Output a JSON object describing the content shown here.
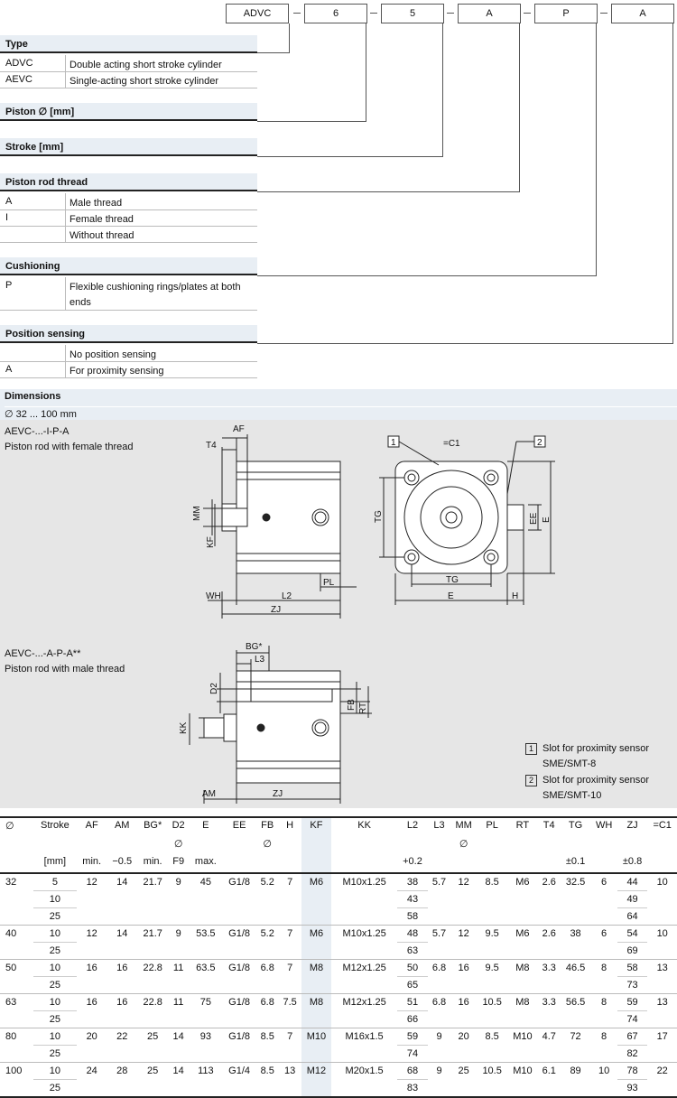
{
  "order_code": [
    "ADVC",
    "6",
    "5",
    "A",
    "P",
    "A"
  ],
  "sections": {
    "type": {
      "title": "Type",
      "rows": [
        {
          "code": "ADVC",
          "desc": "Double acting short stroke cylinder"
        },
        {
          "code": "AEVC",
          "desc": "Single-acting short stroke cylinder"
        }
      ]
    },
    "piston": {
      "title": "Piston ∅ [mm]"
    },
    "stroke": {
      "title": "Stroke [mm]"
    },
    "thread": {
      "title": "Piston rod thread",
      "rows": [
        {
          "code": "A",
          "desc": "Male thread"
        },
        {
          "code": "I",
          "desc": "Female thread"
        },
        {
          "code": "",
          "desc": "Without thread"
        }
      ]
    },
    "cushioning": {
      "title": "Cushioning",
      "rows": [
        {
          "code": "P",
          "desc": "Flexible cushioning rings/plates at both ends"
        }
      ]
    },
    "sensing": {
      "title": "Position sensing",
      "rows": [
        {
          "code": "",
          "desc": "No position sensing"
        },
        {
          "code": "A",
          "desc": "For proximity sensing"
        }
      ]
    }
  },
  "dimensions": {
    "title": "Dimensions",
    "subtitle": "∅ 32 ... 100 mm",
    "view1": {
      "line1": "AEVC-...-I-P-A",
      "line2": "Piston rod with female thread"
    },
    "view2": {
      "line1": "AEVC-...-A-P-A**",
      "line2": "Piston rod with male thread"
    },
    "legend": [
      {
        "num": "1",
        "line1": "Slot for proximity sensor",
        "line2": "SME/SMT-8"
      },
      {
        "num": "2",
        "line1": "Slot for proximity sensor",
        "line2": "SME/SMT-10"
      }
    ],
    "drawing_labels": {
      "af": "AF",
      "t4": "T4",
      "mm": "MM",
      "kf": "KF",
      "pl": "PL",
      "wh": "WH",
      "l2": "L2",
      "zj": "ZJ",
      "tg": "TG",
      "e": "E",
      "ee": "EE",
      "h": "H",
      "c1": "=C1",
      "bg": "BG*",
      "l3": "L3",
      "d2": "D2",
      "kk": "KK",
      "fb": "FB",
      "rt": "RT",
      "am": "AM",
      "n1": "1",
      "n2": "2"
    }
  },
  "table": {
    "headers": [
      "∅",
      "Stroke",
      "AF",
      "AM",
      "BG*",
      "D2",
      "E",
      "EE",
      "FB",
      "H",
      "KF",
      "KK",
      "L2",
      "L3",
      "MM",
      "PL",
      "RT",
      "T4",
      "TG",
      "WH",
      "ZJ",
      "=C1"
    ],
    "sub1": [
      "",
      "",
      "",
      "",
      "",
      "∅",
      "",
      "",
      "∅",
      "",
      "",
      "",
      "",
      "",
      "∅",
      "",
      "",
      "",
      "",
      "",
      "",
      ""
    ],
    "sub2": [
      "",
      "[mm]",
      "min.",
      "−0.5",
      "min.",
      "F9",
      "max.",
      "",
      "",
      "",
      "",
      "",
      "+0.2",
      "",
      "",
      "",
      "",
      "",
      "±0.1",
      "",
      "±0.8",
      ""
    ],
    "groups": [
      {
        "d": "32",
        "common": [
          "12",
          "14",
          "21.7",
          "9",
          "45",
          "G1/8",
          "5.2",
          "7",
          "M6",
          "M10x1.25"
        ],
        "tail": [
          "5.7",
          "12",
          "8.5",
          "M6",
          "2.6",
          "32.5",
          "6"
        ],
        "c1": "10",
        "strokes": [
          {
            "s": "5",
            "l2": "38",
            "zj": "44"
          },
          {
            "s": "10",
            "l2": "43",
            "zj": "49"
          },
          {
            "s": "25",
            "l2": "58",
            "zj": "64"
          }
        ]
      },
      {
        "d": "40",
        "common": [
          "12",
          "14",
          "21.7",
          "9",
          "53.5",
          "G1/8",
          "5.2",
          "7",
          "M6",
          "M10x1.25"
        ],
        "tail": [
          "5.7",
          "12",
          "9.5",
          "M6",
          "2.6",
          "38",
          "6"
        ],
        "c1": "10",
        "strokes": [
          {
            "s": "10",
            "l2": "48",
            "zj": "54"
          },
          {
            "s": "25",
            "l2": "63",
            "zj": "69"
          }
        ]
      },
      {
        "d": "50",
        "common": [
          "16",
          "16",
          "22.8",
          "11",
          "63.5",
          "G1/8",
          "6.8",
          "7",
          "M8",
          "M12x1.25"
        ],
        "tail": [
          "6.8",
          "16",
          "9.5",
          "M8",
          "3.3",
          "46.5",
          "8"
        ],
        "c1": "13",
        "strokes": [
          {
            "s": "10",
            "l2": "50",
            "zj": "58"
          },
          {
            "s": "25",
            "l2": "65",
            "zj": "73"
          }
        ]
      },
      {
        "d": "63",
        "common": [
          "16",
          "16",
          "22.8",
          "11",
          "75",
          "G1/8",
          "6.8",
          "7.5",
          "M8",
          "M12x1.25"
        ],
        "tail": [
          "6.8",
          "16",
          "10.5",
          "M8",
          "3.3",
          "56.5",
          "8"
        ],
        "c1": "13",
        "strokes": [
          {
            "s": "10",
            "l2": "51",
            "zj": "59"
          },
          {
            "s": "25",
            "l2": "66",
            "zj": "74"
          }
        ]
      },
      {
        "d": "80",
        "common": [
          "20",
          "22",
          "25",
          "14",
          "93",
          "G1/8",
          "8.5",
          "7",
          "M10",
          "M16x1.5"
        ],
        "tail": [
          "9",
          "20",
          "8.5",
          "M10",
          "4.7",
          "72",
          "8"
        ],
        "c1": "17",
        "strokes": [
          {
            "s": "10",
            "l2": "59",
            "zj": "67"
          },
          {
            "s": "25",
            "l2": "74",
            "zj": "82"
          }
        ]
      },
      {
        "d": "100",
        "common": [
          "24",
          "28",
          "25",
          "14",
          "113",
          "G1/4",
          "8.5",
          "13",
          "M12",
          "M20x1.5"
        ],
        "tail": [
          "9",
          "25",
          "10.5",
          "M10",
          "6.1",
          "89",
          "10"
        ],
        "c1": "22",
        "strokes": [
          {
            "s": "10",
            "l2": "68",
            "zj": "78"
          },
          {
            "s": "25",
            "l2": "83",
            "zj": "93"
          }
        ]
      }
    ]
  }
}
